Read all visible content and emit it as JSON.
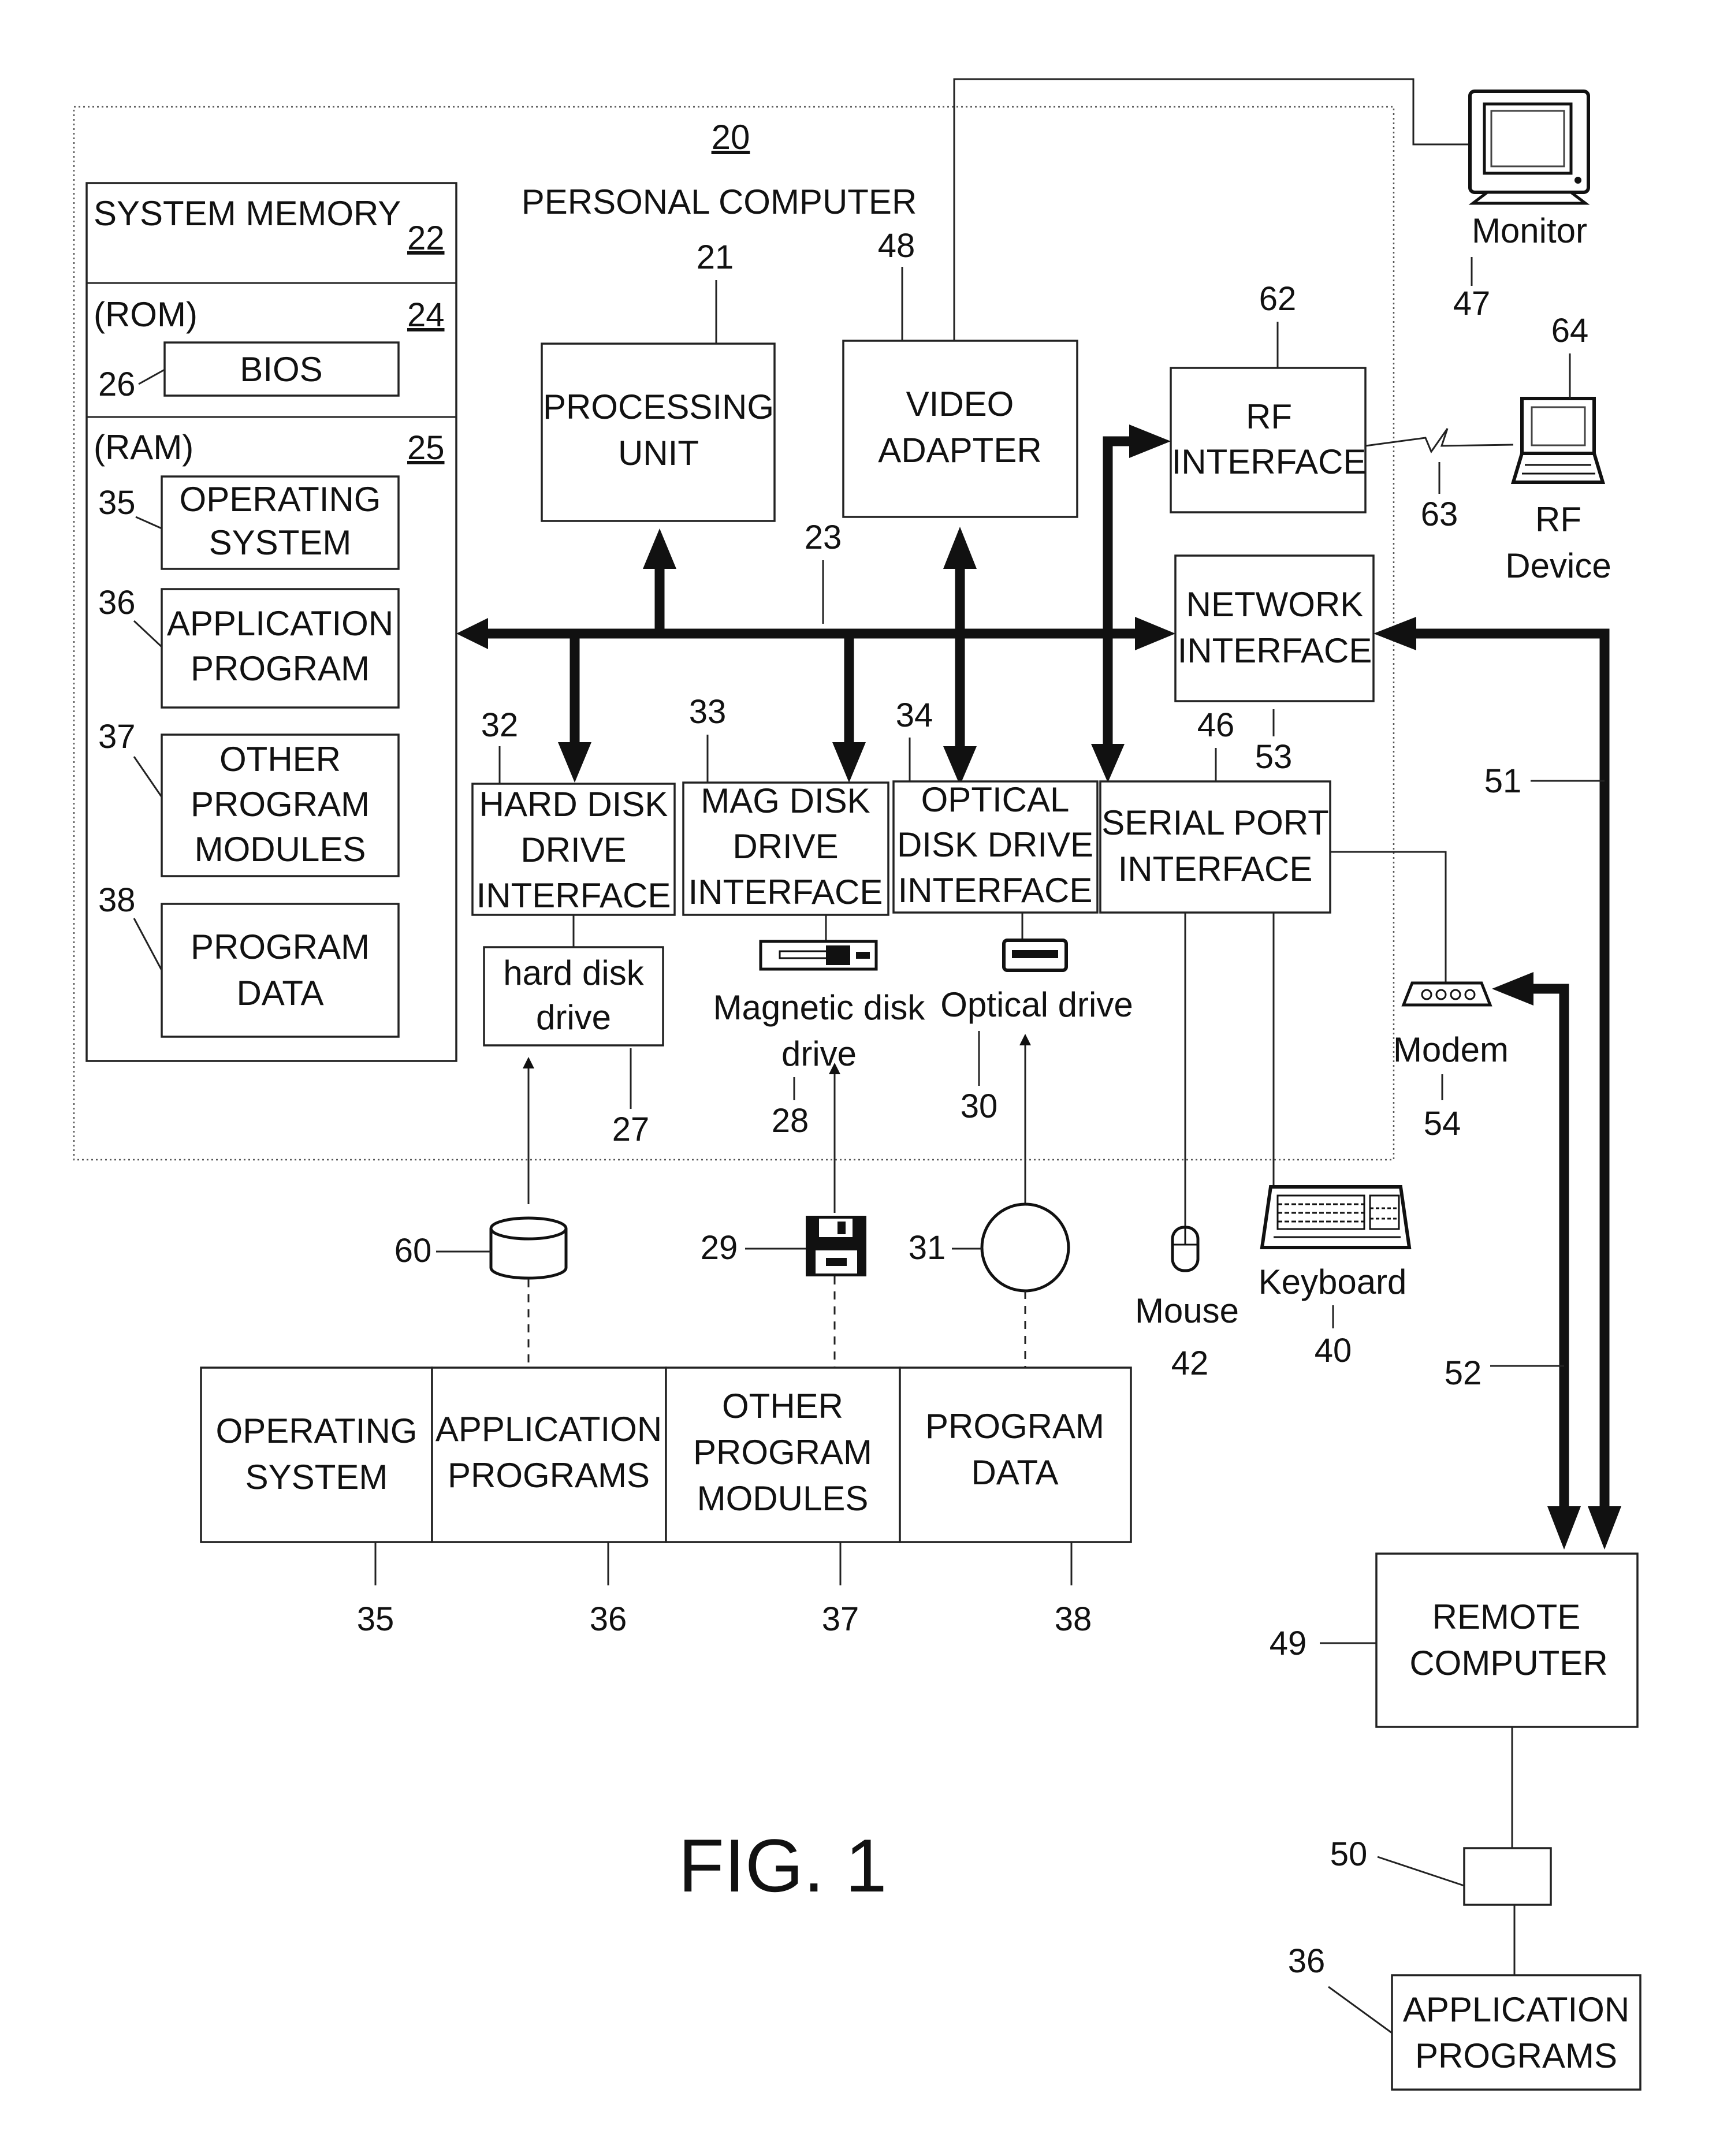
{
  "figure_label": "FIG. 1",
  "computer": {
    "ref": "20",
    "title": "PERSONAL COMPUTER"
  },
  "system_memory": {
    "title": "SYSTEM MEMORY",
    "ref": "22",
    "rom": {
      "label": "(ROM)",
      "ref": "24"
    },
    "bios": {
      "label": "BIOS",
      "ref": "26"
    },
    "ram": {
      "label": "(RAM)",
      "ref": "25"
    },
    "operating_system": {
      "line1": "OPERATING",
      "line2": "SYSTEM",
      "ref": "35"
    },
    "application_program": {
      "line1": "APPLICATION",
      "line2": "PROGRAM",
      "ref": "36"
    },
    "other_modules": {
      "line1": "OTHER",
      "line2": "PROGRAM",
      "line3": "MODULES",
      "ref": "37"
    },
    "program_data": {
      "line1": "PROGRAM",
      "line2": "DATA",
      "ref": "38"
    }
  },
  "processing_unit": {
    "line1": "PROCESSING",
    "line2": "UNIT",
    "ref": "21"
  },
  "video_adapter": {
    "line1": "VIDEO",
    "line2": "ADAPTER",
    "ref": "48"
  },
  "system_bus": {
    "ref": "23"
  },
  "monitor": {
    "label": "Monitor",
    "ref": "47"
  },
  "rf_interface": {
    "line1": "RF",
    "line2": "INTERFACE",
    "ref": "62"
  },
  "rf_link": {
    "ref": "63"
  },
  "rf_device": {
    "line1": "RF",
    "line2": "Device",
    "ref": "64"
  },
  "network_interface": {
    "line1": "NETWORK",
    "line2": "INTERFACE",
    "ref": "53"
  },
  "hdd_interface": {
    "line1": "HARD DISK",
    "line2": "DRIVE",
    "line3": "INTERFACE",
    "ref": "32"
  },
  "mag_interface": {
    "line1": "MAG DISK",
    "line2": "DRIVE",
    "line3": "INTERFACE",
    "ref": "33"
  },
  "opt_interface": {
    "line1": "OPTICAL",
    "line2": "DISK DRIVE",
    "line3": "INTERFACE",
    "ref": "34"
  },
  "serial_interface": {
    "line1": "SERIAL PORT",
    "line2": "INTERFACE",
    "ref": "46"
  },
  "hard_disk_drive": {
    "line1": "hard disk",
    "line2": "drive",
    "ref": "27"
  },
  "magnetic_disk_drive": {
    "line1": "Magnetic disk",
    "line2": "drive",
    "ref": "28"
  },
  "optical_drive": {
    "label": "Optical drive",
    "ref": "30"
  },
  "hard_disk_media": {
    "ref": "60"
  },
  "floppy_media": {
    "ref": "29"
  },
  "optical_media": {
    "ref": "31"
  },
  "mouse": {
    "label": "Mouse",
    "ref": "42"
  },
  "keyboard": {
    "label": "Keyboard",
    "ref": "40"
  },
  "modem": {
    "label": "Modem",
    "ref": "54"
  },
  "lan_link": {
    "ref": "51"
  },
  "wan_link": {
    "ref": "52"
  },
  "remote_computer": {
    "line1": "REMOTE",
    "line2": "COMPUTER",
    "ref": "49"
  },
  "remote_storage": {
    "ref": "50"
  },
  "remote_app_programs": {
    "line1": "APPLICATION",
    "line2": "PROGRAMS",
    "ref": "36"
  },
  "bottom_modules": [
    {
      "line1": "OPERATING",
      "line2": "SYSTEM",
      "line3": "",
      "ref": "35"
    },
    {
      "line1": "APPLICATION",
      "line2": "PROGRAMS",
      "line3": "",
      "ref": "36"
    },
    {
      "line1": "OTHER",
      "line2": "PROGRAM",
      "line3": "MODULES",
      "ref": "37"
    },
    {
      "line1": "PROGRAM",
      "line2": "DATA",
      "line3": "",
      "ref": "38"
    }
  ]
}
